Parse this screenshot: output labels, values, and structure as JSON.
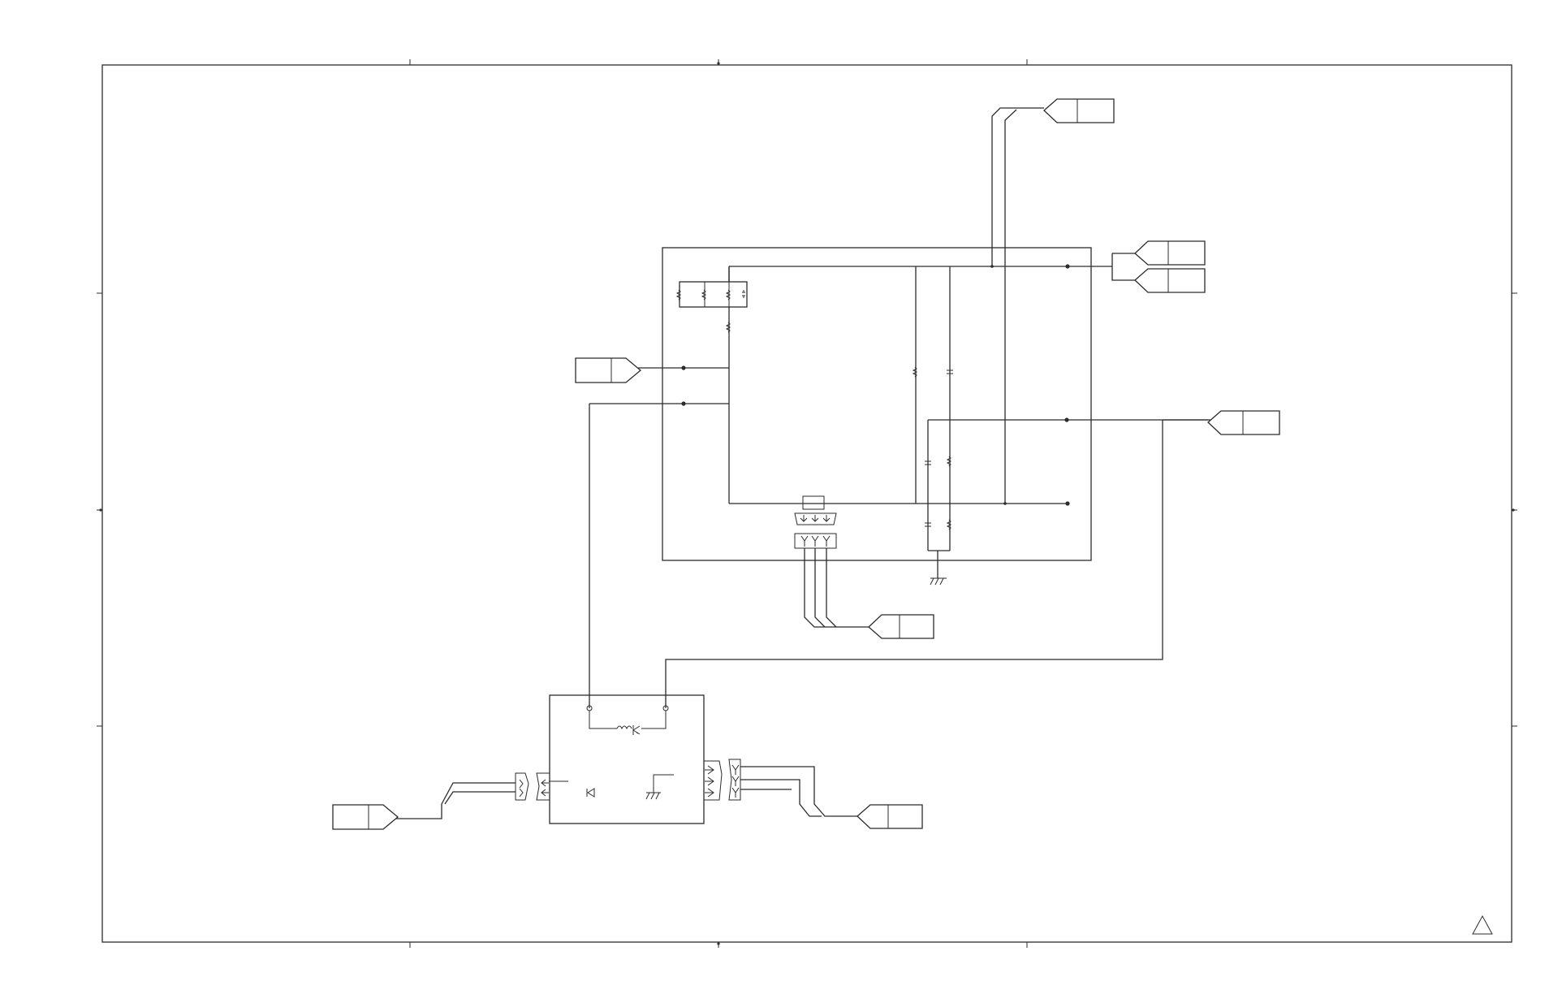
{
  "sheet": {
    "background": "#ffffff",
    "line_color": "#2b2b2b",
    "revision_marker": "triangle"
  },
  "off_page_connectors": [
    {
      "id": "top-right-upper",
      "label": ""
    },
    {
      "id": "right-pair-1",
      "label": ""
    },
    {
      "id": "right-pair-2",
      "label": ""
    },
    {
      "id": "left-input",
      "label": ""
    },
    {
      "id": "right-mid",
      "label": ""
    },
    {
      "id": "bottom-center",
      "label": ""
    },
    {
      "id": "bottom-left",
      "label": ""
    },
    {
      "id": "bottom-right",
      "label": ""
    }
  ]
}
